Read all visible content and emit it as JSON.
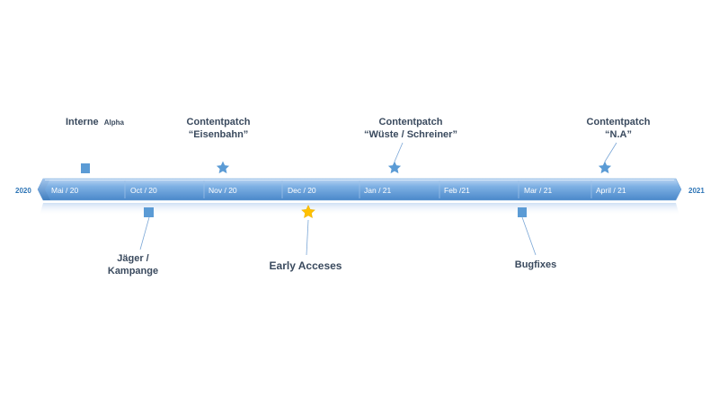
{
  "timeline": {
    "start_year": "2020",
    "end_year": "2021",
    "months": [
      "Mai / 20",
      "Oct / 20",
      "Nov / 20",
      "Dec / 20",
      "Jan / 21",
      "Feb /21",
      "Mar / 21",
      "April / 21"
    ]
  },
  "milestones": [
    {
      "key": "interne-alpha",
      "lines": [
        "Interne"
      ],
      "suffix": "Alpha",
      "marker": "square",
      "side": "above"
    },
    {
      "key": "contentpatch-eisenbahn",
      "lines": [
        "Contentpatch",
        "“Eisenbahn”"
      ],
      "marker": "star",
      "side": "above"
    },
    {
      "key": "contentpatch-wueste-schreiner",
      "lines": [
        "Contentpatch",
        "“Wüste / Schreiner”"
      ],
      "marker": "star",
      "side": "above"
    },
    {
      "key": "contentpatch-na",
      "lines": [
        "Contentpatch",
        "“N.A”"
      ],
      "marker": "star",
      "side": "above"
    },
    {
      "key": "jaeger-kampange",
      "lines": [
        "Jäger /",
        "Kampange"
      ],
      "marker": "square",
      "side": "below"
    },
    {
      "key": "early-acceses",
      "lines": [
        "Early Acceses"
      ],
      "marker": "star",
      "side": "below"
    },
    {
      "key": "bugfixes",
      "lines": [
        "Bugfixes"
      ],
      "marker": "square",
      "side": "below"
    }
  ],
  "colors": {
    "bar_top": "#a9c9ee",
    "bar_mid": "#5e9bd8",
    "bar_bottom": "#4a88ca",
    "marker_blue": "#5b9bd5",
    "marker_gold": "#ffc000",
    "text_dark": "#3a4a5e",
    "year_blue": "#2e75b6",
    "month_white": "#ffffff"
  }
}
